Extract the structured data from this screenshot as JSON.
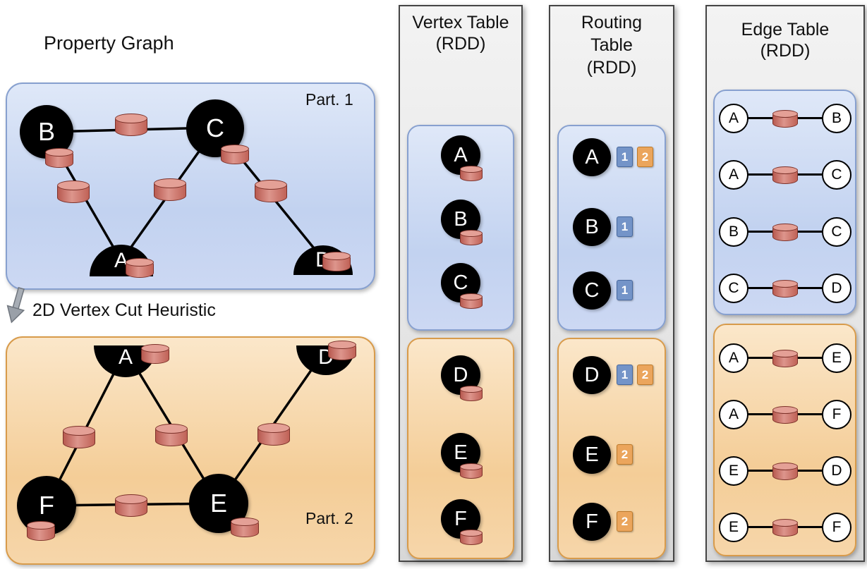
{
  "property_graph": {
    "title": "Property Graph",
    "cut_heuristic_label": "2D Vertex Cut Heuristic",
    "partition1": {
      "label": "Part. 1",
      "vertices": {
        "B": "B",
        "C": "C",
        "A": "A",
        "D": "D"
      }
    },
    "partition2": {
      "label": "Part. 2",
      "vertices": {
        "A": "A",
        "D": "D",
        "F": "F",
        "E": "E"
      }
    }
  },
  "vertex_table": {
    "title": "Vertex Table",
    "subtitle": "(RDD)",
    "partition1": [
      "A",
      "B",
      "C"
    ],
    "partition2": [
      "D",
      "E",
      "F"
    ]
  },
  "routing_table": {
    "title_line1": "Routing",
    "title_line2": "Table",
    "subtitle": "(RDD)",
    "partition1": [
      {
        "vertex": "A",
        "parts": [
          "1",
          "2"
        ]
      },
      {
        "vertex": "B",
        "parts": [
          "1"
        ]
      },
      {
        "vertex": "C",
        "parts": [
          "1"
        ]
      }
    ],
    "partition2": [
      {
        "vertex": "D",
        "parts": [
          "1",
          "2"
        ]
      },
      {
        "vertex": "E",
        "parts": [
          "2"
        ]
      },
      {
        "vertex": "F",
        "parts": [
          "2"
        ]
      }
    ]
  },
  "edge_table": {
    "title": "Edge Table",
    "subtitle": "(RDD)",
    "partition1": [
      [
        "A",
        "B"
      ],
      [
        "A",
        "C"
      ],
      [
        "B",
        "C"
      ],
      [
        "C",
        "D"
      ]
    ],
    "partition2": [
      [
        "A",
        "E"
      ],
      [
        "A",
        "F"
      ],
      [
        "E",
        "D"
      ],
      [
        "E",
        "F"
      ]
    ]
  },
  "colors": {
    "partition1_fill": "#c2d2f0",
    "partition1_border": "#87a0cf",
    "partition2_fill": "#f4cd97",
    "partition2_border": "#d89b4b",
    "cylinder": "#c96a5f",
    "routing_part1_square": "#7494c8",
    "routing_part2_square": "#eba55c",
    "vertex_fill": "#000000"
  }
}
